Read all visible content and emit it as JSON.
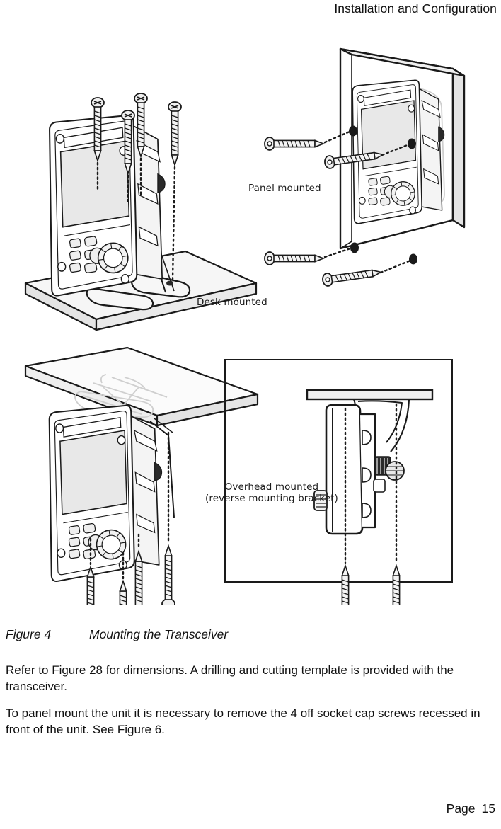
{
  "header": {
    "title": "Installation and Configuration"
  },
  "figure": {
    "callouts": {
      "panel_mounted": "Panel mounted",
      "desk_mounted": "Desk mounted",
      "overhead_mounted_line1": "Overhead mounted",
      "overhead_mounted_line2": "(reverse mounting bracket)"
    },
    "caption_number": "Figure 4",
    "caption_text": "Mounting the Transceiver",
    "illustration_parts": {
      "transceiver_unit": "transceiver-unit",
      "screen": "lcd-screen",
      "keypad": "keypad",
      "rotary_knob": "rotary-knob",
      "mounting_screw": "mounting-screw",
      "desk_surface": "desk-surface",
      "panel_surface": "panel-surface",
      "overhead_surface": "overhead-surface",
      "mounting_bracket": "mounting-bracket",
      "inset_detail_box": "inset-detail-box"
    },
    "screw_counts": {
      "desk_mounted": 4,
      "panel_mounted": 4,
      "overhead_mounted": 4,
      "inset_side_view": 2
    }
  },
  "body": {
    "paragraph1": "Refer to Figure 28 for dimensions. A drilling and cutting template is provided with the transceiver.",
    "paragraph2": "To panel mount the unit it is necessary to remove the 4 off socket cap screws recessed in front of the unit. See Figure 6."
  },
  "footer": {
    "page_label": "Page",
    "page_number": "15"
  },
  "colors": {
    "ink": "#1a1a1a",
    "screen_fill": "#e8e8e8",
    "surface_fill": "#f2f2f2",
    "surface_shade": "#e4e4e4",
    "body_fill": "#ffffff",
    "ghost_line": "#cfcfcf"
  }
}
